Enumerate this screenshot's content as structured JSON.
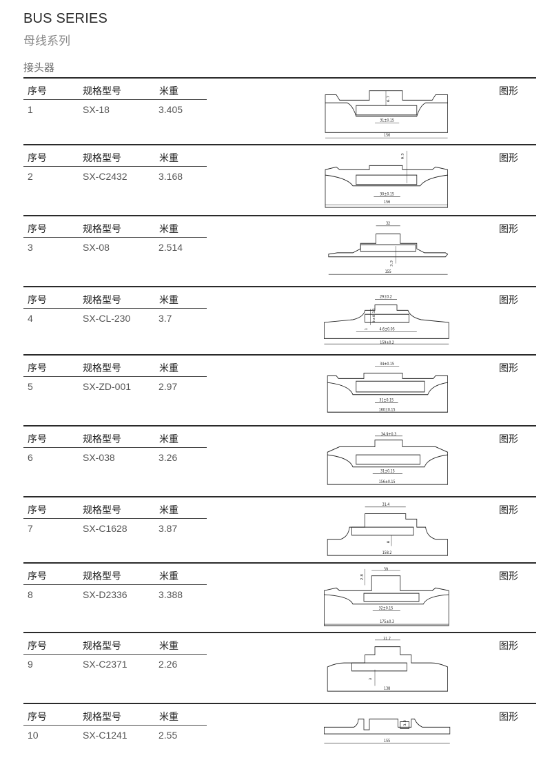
{
  "header": {
    "title_en": "BUS SERIES",
    "title_cn": "母线系列",
    "section": "接头器"
  },
  "columns": {
    "no": "序号",
    "model": "规格型号",
    "weight": "米重",
    "figure": "图形"
  },
  "rows": [
    {
      "no": "1",
      "model": "SX-18",
      "weight": "3.405",
      "dims": [
        "6.7",
        "31±0.15",
        "156"
      ]
    },
    {
      "no": "2",
      "model": "SX-C2432",
      "weight": "3.168",
      "dims": [
        "6.5",
        "30±0.15",
        "156"
      ]
    },
    {
      "no": "3",
      "model": "SX-08",
      "weight": "2.514",
      "dims": [
        "32",
        "3.3",
        "155"
      ]
    },
    {
      "no": "4",
      "model": "SX-CL-230",
      "weight": "3.7",
      "dims": [
        "29±0.2",
        "9±0.15",
        "1",
        "4.6±0.05",
        "159±0.2"
      ]
    },
    {
      "no": "5",
      "model": "SX-ZD-001",
      "weight": "2.97",
      "dims": [
        "34±0.15",
        "31±0.15",
        "160±0.15"
      ]
    },
    {
      "no": "6",
      "model": "SX-038",
      "weight": "3.26",
      "dims": [
        "34.9+0.3",
        "31±0.15",
        "156±0.15"
      ]
    },
    {
      "no": "7",
      "model": "SX-C1628",
      "weight": "3.87",
      "dims": [
        "31.4",
        "8",
        "158.2"
      ]
    },
    {
      "no": "8",
      "model": "SX-D2336",
      "weight": "3.388",
      "dims": [
        "2.8",
        "39",
        "32±0.15",
        "175±0.3"
      ]
    },
    {
      "no": "9",
      "model": "SX-C2371",
      "weight": "2.26",
      "dims": [
        "31.7",
        "3",
        "138"
      ]
    },
    {
      "no": "10",
      "model": "SX-C1241",
      "weight": "2.55",
      "dims": [
        "3.2",
        "155"
      ]
    }
  ]
}
